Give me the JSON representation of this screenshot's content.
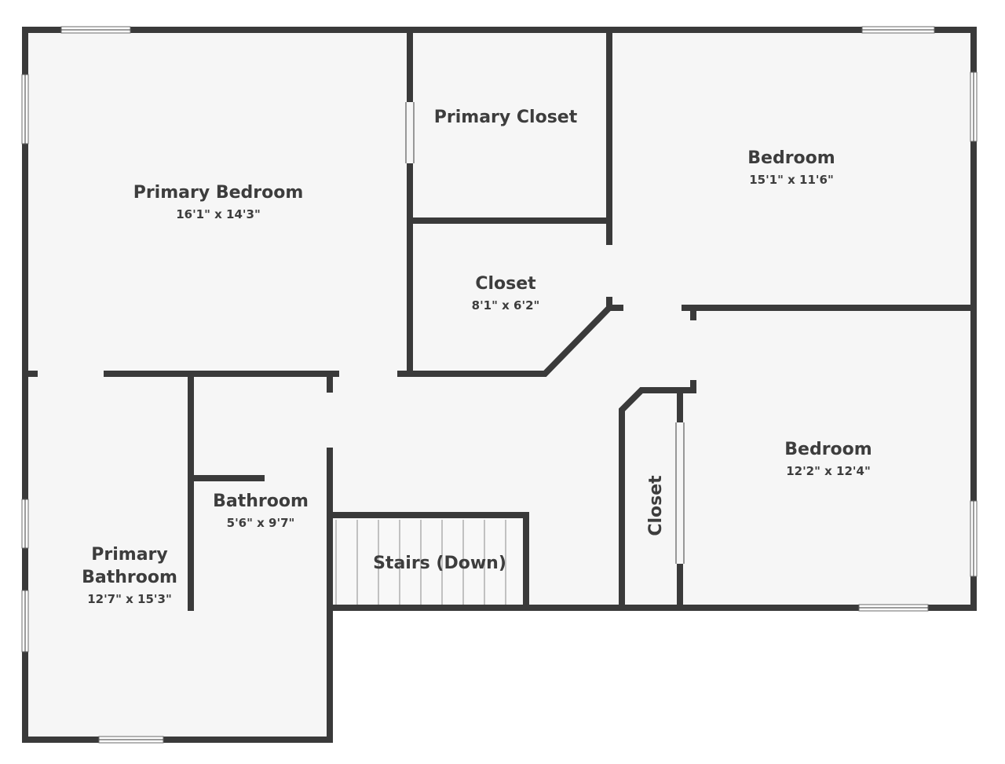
{
  "colors": {
    "wall": "#3a3a3a",
    "floor": "#f6f6f6",
    "background": "#ffffff"
  },
  "rooms": {
    "primary_bedroom": {
      "name": "Primary Bedroom",
      "dims": "16'1\" x 14'3\""
    },
    "primary_closet": {
      "name": "Primary Closet"
    },
    "bedroom_ne": {
      "name": "Bedroom",
      "dims": "15'1\" x 11'6\""
    },
    "closet_mid": {
      "name": "Closet",
      "dims": "8'1\" x 6'2\""
    },
    "bathroom": {
      "name": "Bathroom",
      "dims": "5'6\" x 9'7\""
    },
    "primary_bathroom": {
      "name_line1": "Primary",
      "name_line2": "Bathroom",
      "dims": "12'7\" x 15'3\""
    },
    "stairs": {
      "name": "Stairs (Down)"
    },
    "closet_narrow": {
      "name": "Closet"
    },
    "bedroom_se": {
      "name": "Bedroom",
      "dims": "12'2\" x 12'4\""
    }
  }
}
